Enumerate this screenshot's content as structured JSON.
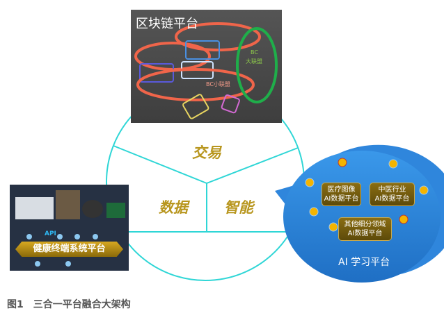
{
  "blockchain": {
    "title": "区块链平台",
    "big_alliance_line1": "BC",
    "big_alliance_line2": "大联盟",
    "small_alliance": "BC小联盟"
  },
  "center": {
    "segments": [
      "交易",
      "数据",
      "智能"
    ]
  },
  "health": {
    "api_label": "API",
    "banner": "健康终端系统平台"
  },
  "ai": {
    "title": "AI 学习平台",
    "boxes": [
      {
        "line1": "医疗图像",
        "line2": "AI数据平台"
      },
      {
        "line1": "中医行业",
        "line2": "AI数据平台"
      },
      {
        "line1": "其他细分领域",
        "line2": "AI数据平台"
      }
    ]
  },
  "caption": "图1　三合一平台融合大架构",
  "colors": {
    "cyan": "#2fd6d6",
    "gold": "#b8961e",
    "blue": "#2f86dc"
  }
}
